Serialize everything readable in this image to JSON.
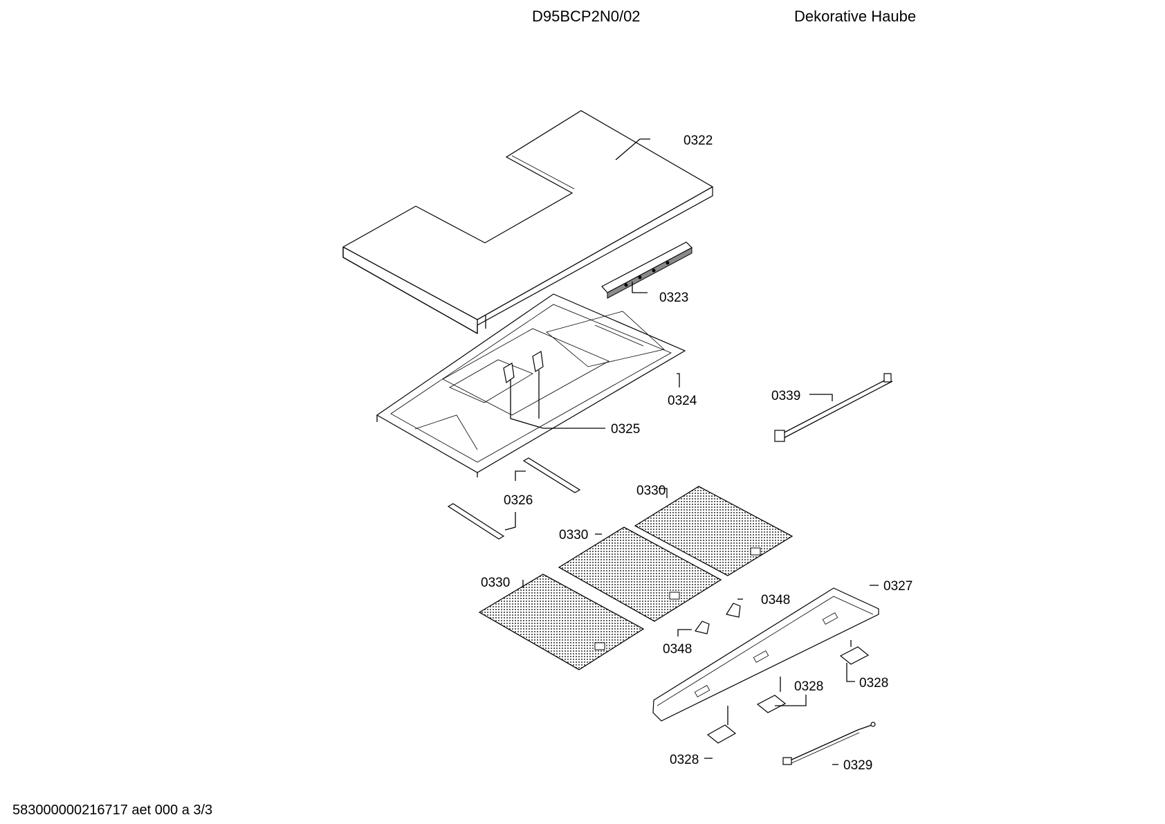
{
  "header": {
    "model": "D95BCP2N0/02",
    "description": "Dekorative Haube"
  },
  "footer": {
    "doc_code": "583000000216717 aet 000 a 3/3"
  },
  "labels": {
    "p0322": "0322",
    "p0323": "0323",
    "p0324": "0324",
    "p0325": "0325",
    "p0326": "0326",
    "p0327": "0327",
    "p0328a": "0328",
    "p0328b": "0328",
    "p0328c": "0328",
    "p0329": "0329",
    "p0330a": "0330",
    "p0330b": "0330",
    "p0330c": "0330",
    "p0339": "0339",
    "p0348a": "0348",
    "p0348b": "0348"
  }
}
